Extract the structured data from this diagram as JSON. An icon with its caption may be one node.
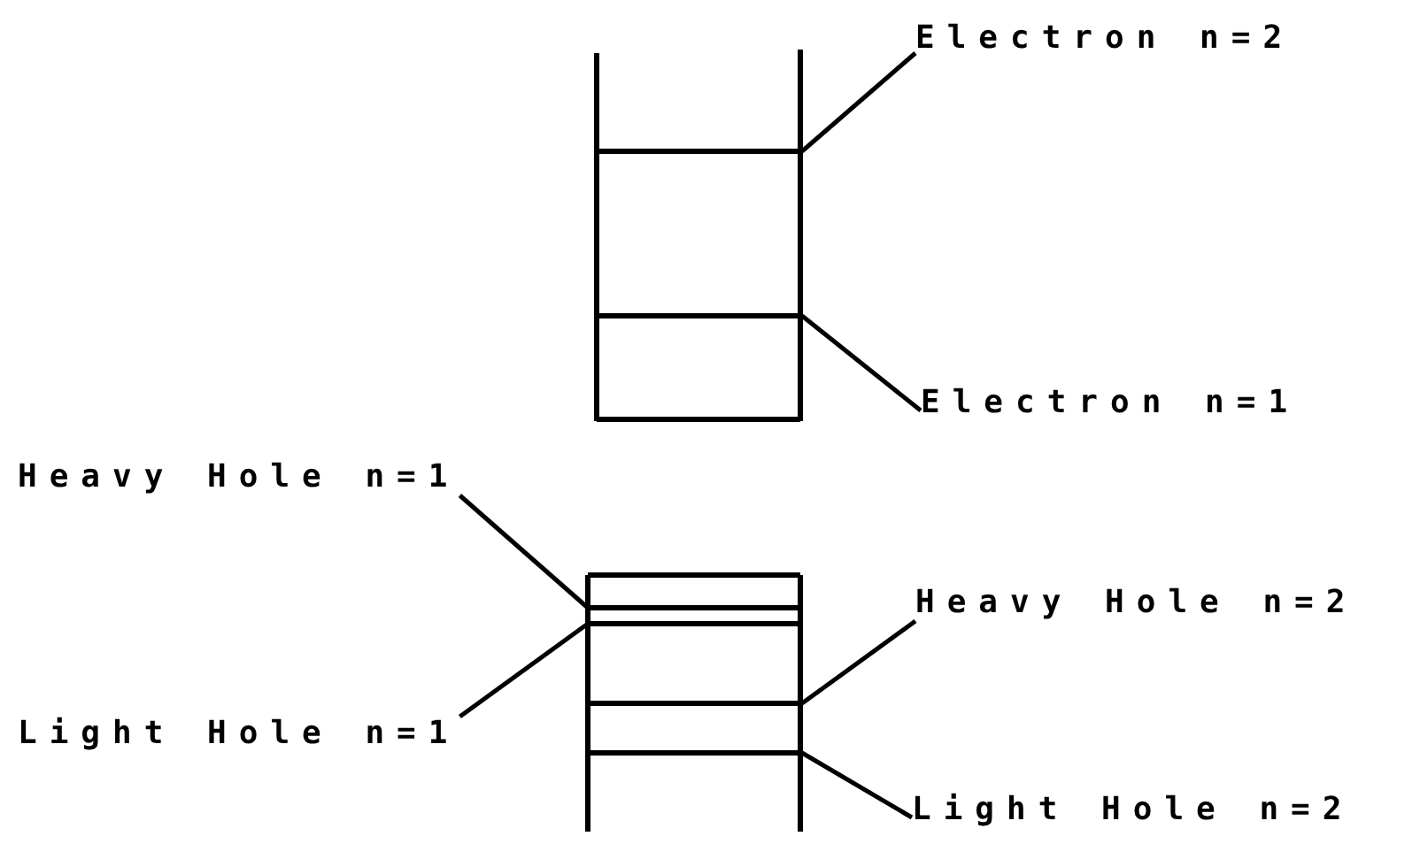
{
  "diagram": {
    "nodes": [
      {
        "text": [
          "Electron n=2"
        ]
      },
      {
        "text": [
          "Electron n=1"
        ]
      },
      {
        "text": [
          "Heavy Hole n=1"
        ]
      },
      {
        "text": [
          "Heavy Hole n=2"
        ]
      },
      {
        "text": [
          "Light Hole n=1"
        ]
      },
      {
        "text": [
          "Light Hole n=2"
        ]
      },
      {
        "text": [],
        "shape": "bar"
      },
      {
        "text": [],
        "shape": "bar"
      },
      {
        "text": [],
        "shape": "bar"
      },
      {
        "text": [],
        "shape": "bar"
      },
      {
        "text": [],
        "shape": "bar"
      },
      {
        "text": [],
        "shape": "bar"
      }
    ],
    "edges": [
      {
        "from": 0,
        "to": 6,
        "arrow": "none"
      },
      {
        "from": 1,
        "to": 7,
        "arrow": "none"
      },
      {
        "from": 2,
        "to": 8,
        "arrow": "none"
      },
      {
        "from": 3,
        "to": 10,
        "arrow": "none"
      },
      {
        "from": 4,
        "to": 9,
        "arrow": "none"
      },
      {
        "from": 5,
        "to": 11,
        "arrow": "none"
      }
    ]
  }
}
